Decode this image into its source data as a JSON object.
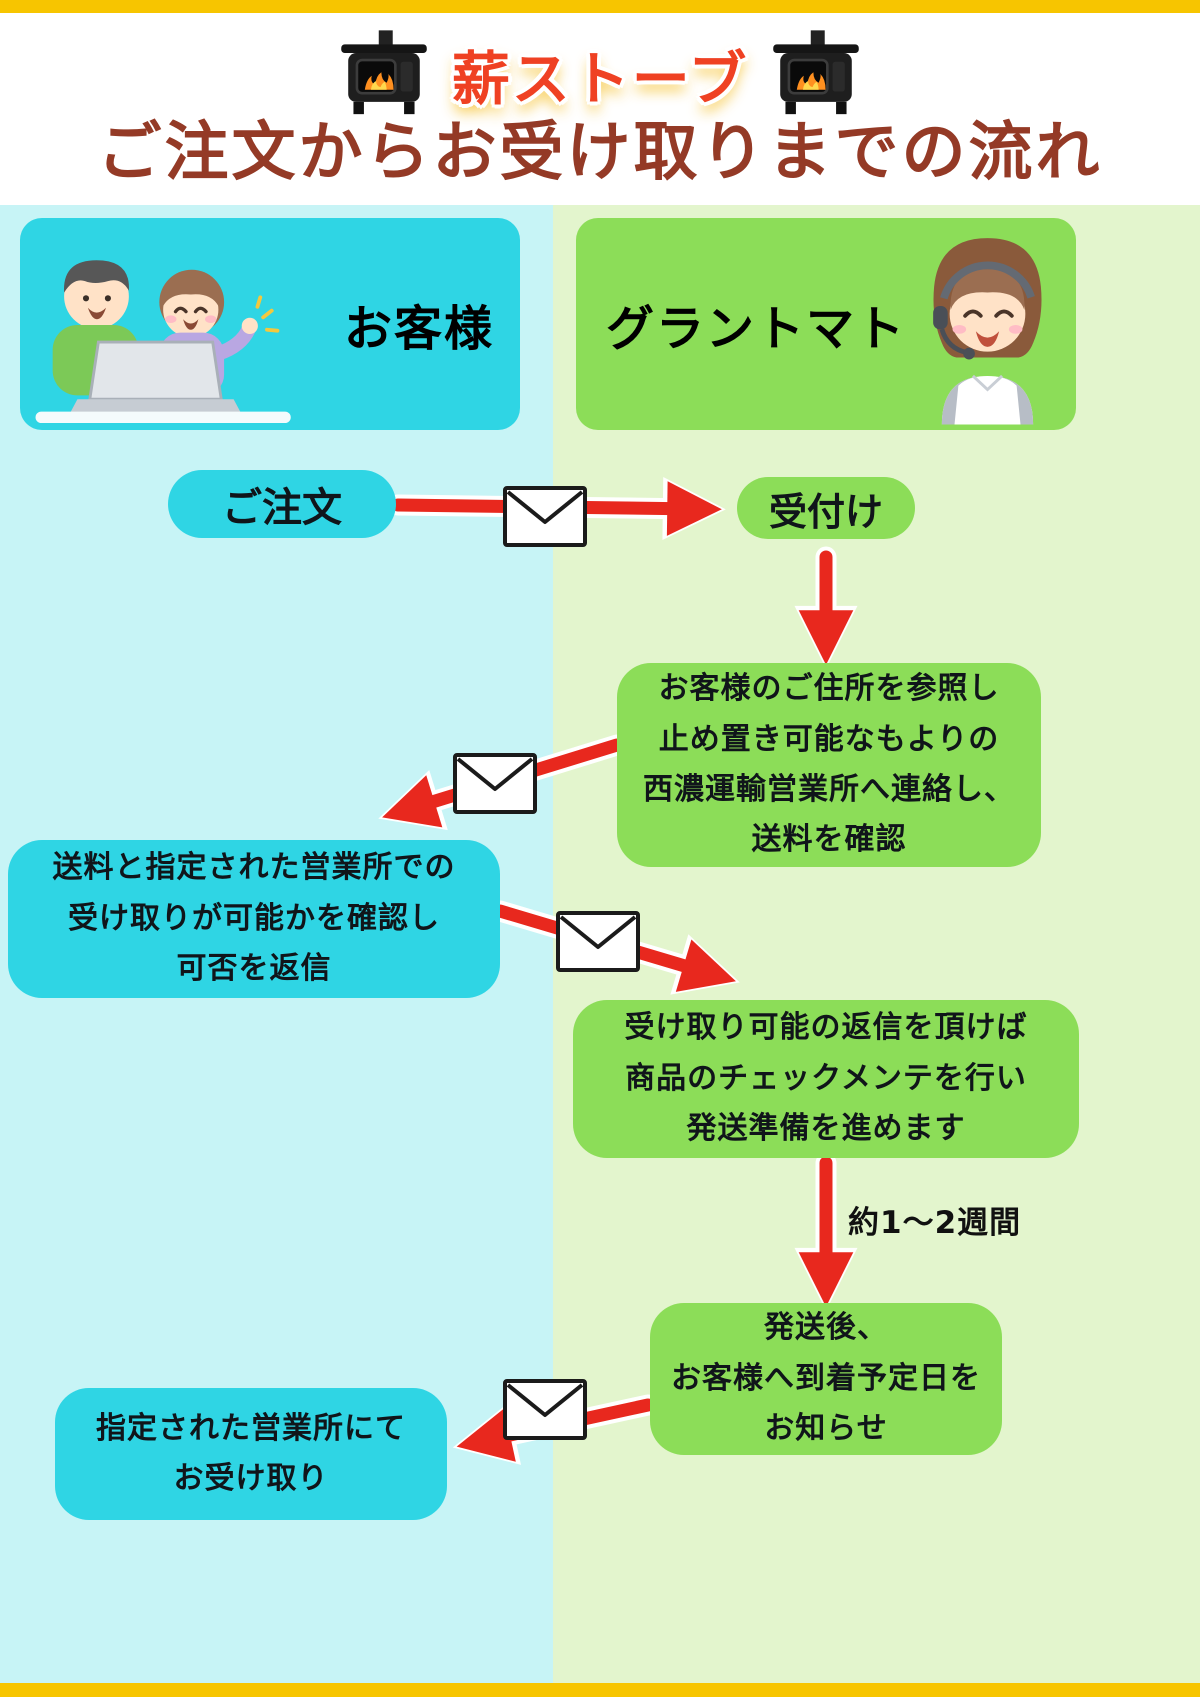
{
  "header": {
    "title_line1": "薪ストーブ",
    "title_line2": "ご注文からお受け取りまでの流れ"
  },
  "columns": {
    "customer_label": "お客様",
    "company_label": "グラントマト"
  },
  "steps": {
    "order": "ご注文",
    "reception": "受付け",
    "company_check": "お客様のご住所を参照し\n止め置き可能なもよりの\n西濃運輸営業所へ連絡し、\n送料を確認",
    "customer_confirm": "送料と指定された営業所での\n受け取りが可能かを確認し\n可否を返信",
    "company_prepare": "受け取り可能の返信を頂けば\n商品のチェックメンテを行い\n発送準備を進めます",
    "duration_label": "約1〜2週間",
    "company_notify": "発送後、\nお客様へ到着予定日を\nお知らせ",
    "customer_pickup": "指定された営業所にて\nお受け取り"
  },
  "icons": {
    "stove": "stove-icon",
    "envelope": "envelope-icon",
    "customers": "customers-illustration",
    "operator": "operator-illustration"
  },
  "colors": {
    "accent_yellow": "#f7c500",
    "title_red": "#ef4123",
    "title_brown": "#943a26",
    "customer_lane_bg": "#c7f4f6",
    "company_lane_bg": "#e3f5cd",
    "customer_node": "#2fd5e4",
    "company_node": "#8cdd58",
    "arrow_red": "#e8281e",
    "node_text": "#10151a"
  }
}
